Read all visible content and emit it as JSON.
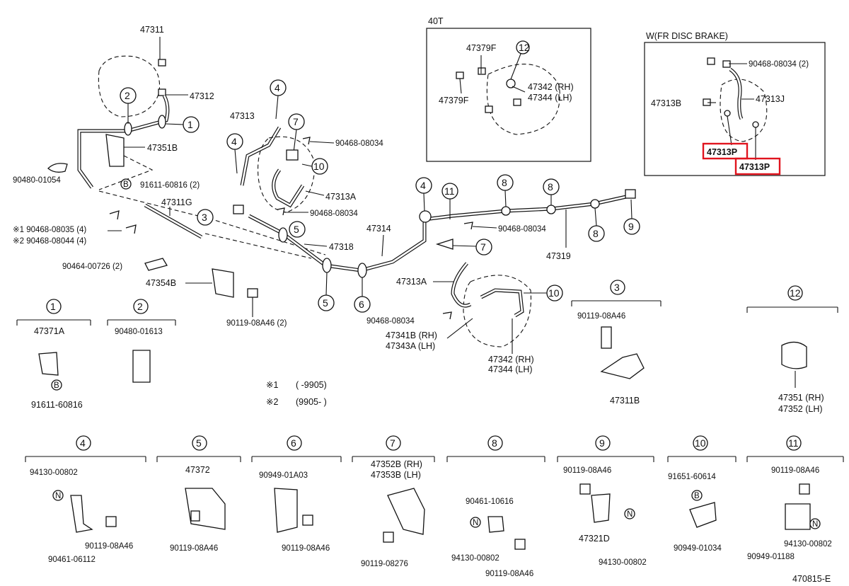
{
  "diagram_id": "470815-E",
  "inset_40t": {
    "title": "40T",
    "labels": [
      "47379F",
      "47379F",
      "47342 (RH)",
      "47344 (LH)"
    ],
    "ref": "12"
  },
  "inset_disc": {
    "title": "W(FR DISC BRAKE)",
    "labels": [
      "90468-08034 (2)",
      "47313B",
      "47313J"
    ],
    "highlighted": [
      "47313P",
      "47313P"
    ]
  },
  "main_labels": {
    "l47311": "47311",
    "l47312": "47312",
    "l47351b": "47351B",
    "l90480a": "90480-01054",
    "l91611a": "91611-60816 (2)",
    "l47311g": "47311G",
    "l47313": "47313",
    "l90468a": "90468-08034",
    "l47313a": "47313A",
    "l90468b": "90468-08034",
    "l47318": "47318",
    "l47314": "47314",
    "l90468c": "90468-08034",
    "l47319": "47319",
    "l47313a2": "47313A",
    "l90468d": "90468-08034",
    "l47341": "47341B (RH)",
    "l47343": "47343A (LH)",
    "l47342": "47342 (RH)",
    "l47344": "47344 (LH)",
    "l90464": "90464-00726 (2)",
    "l47354b": "47354B",
    "l90119a": "90119-08A46 (2)",
    "note1_part": "※1 90468-08035 (4)",
    "note2_part": "※2 90468-08044 (4)"
  },
  "notes": [
    {
      "mark": "※1",
      "range": "(       -9905)"
    },
    {
      "mark": "※2",
      "range": "(9905-       )"
    }
  ],
  "callouts": {
    "c1": "1",
    "c2": "2",
    "c3": "3",
    "c4": "4",
    "c5": "5",
    "c6": "6",
    "c7": "7",
    "c8": "8",
    "c9": "9",
    "c10": "10",
    "c11": "11",
    "c12": "12"
  },
  "details_row1": [
    {
      "ref": "1",
      "labels": [
        "47371A",
        "91611-60816"
      ],
      "badge": "B"
    },
    {
      "ref": "2",
      "labels": [
        "90480-01613"
      ]
    },
    {
      "ref": "3",
      "labels": [
        "90119-08A46",
        "47311B"
      ]
    },
    {
      "ref": "12",
      "labels": [
        "47351 (RH)",
        "47352 (LH)"
      ]
    }
  ],
  "details_row2": [
    {
      "ref": "4",
      "labels": [
        "94130-00802",
        "90461-06112",
        "90119-08A46"
      ],
      "badge": "N"
    },
    {
      "ref": "5",
      "labels": [
        "47372",
        "90119-08A46"
      ]
    },
    {
      "ref": "6",
      "labels": [
        "90949-01A03",
        "90119-08A46"
      ]
    },
    {
      "ref": "7",
      "labels": [
        "47352B (RH)",
        "47353B (LH)",
        "90119-08276"
      ]
    },
    {
      "ref": "8",
      "labels": [
        "90461-10616",
        "94130-00802",
        "90119-08A46"
      ],
      "badge": "N"
    },
    {
      "ref": "9",
      "labels": [
        "90119-08A46",
        "47321D",
        "94130-00802"
      ],
      "badge": "N"
    },
    {
      "ref": "10",
      "labels": [
        "91651-60614",
        "90949-01034"
      ],
      "badge": "B"
    },
    {
      "ref": "11",
      "labels": [
        "90119-08A46",
        "94130-00802",
        "90949-01188"
      ],
      "badge": "N"
    }
  ],
  "badges": {
    "b": "B",
    "n": "N"
  }
}
